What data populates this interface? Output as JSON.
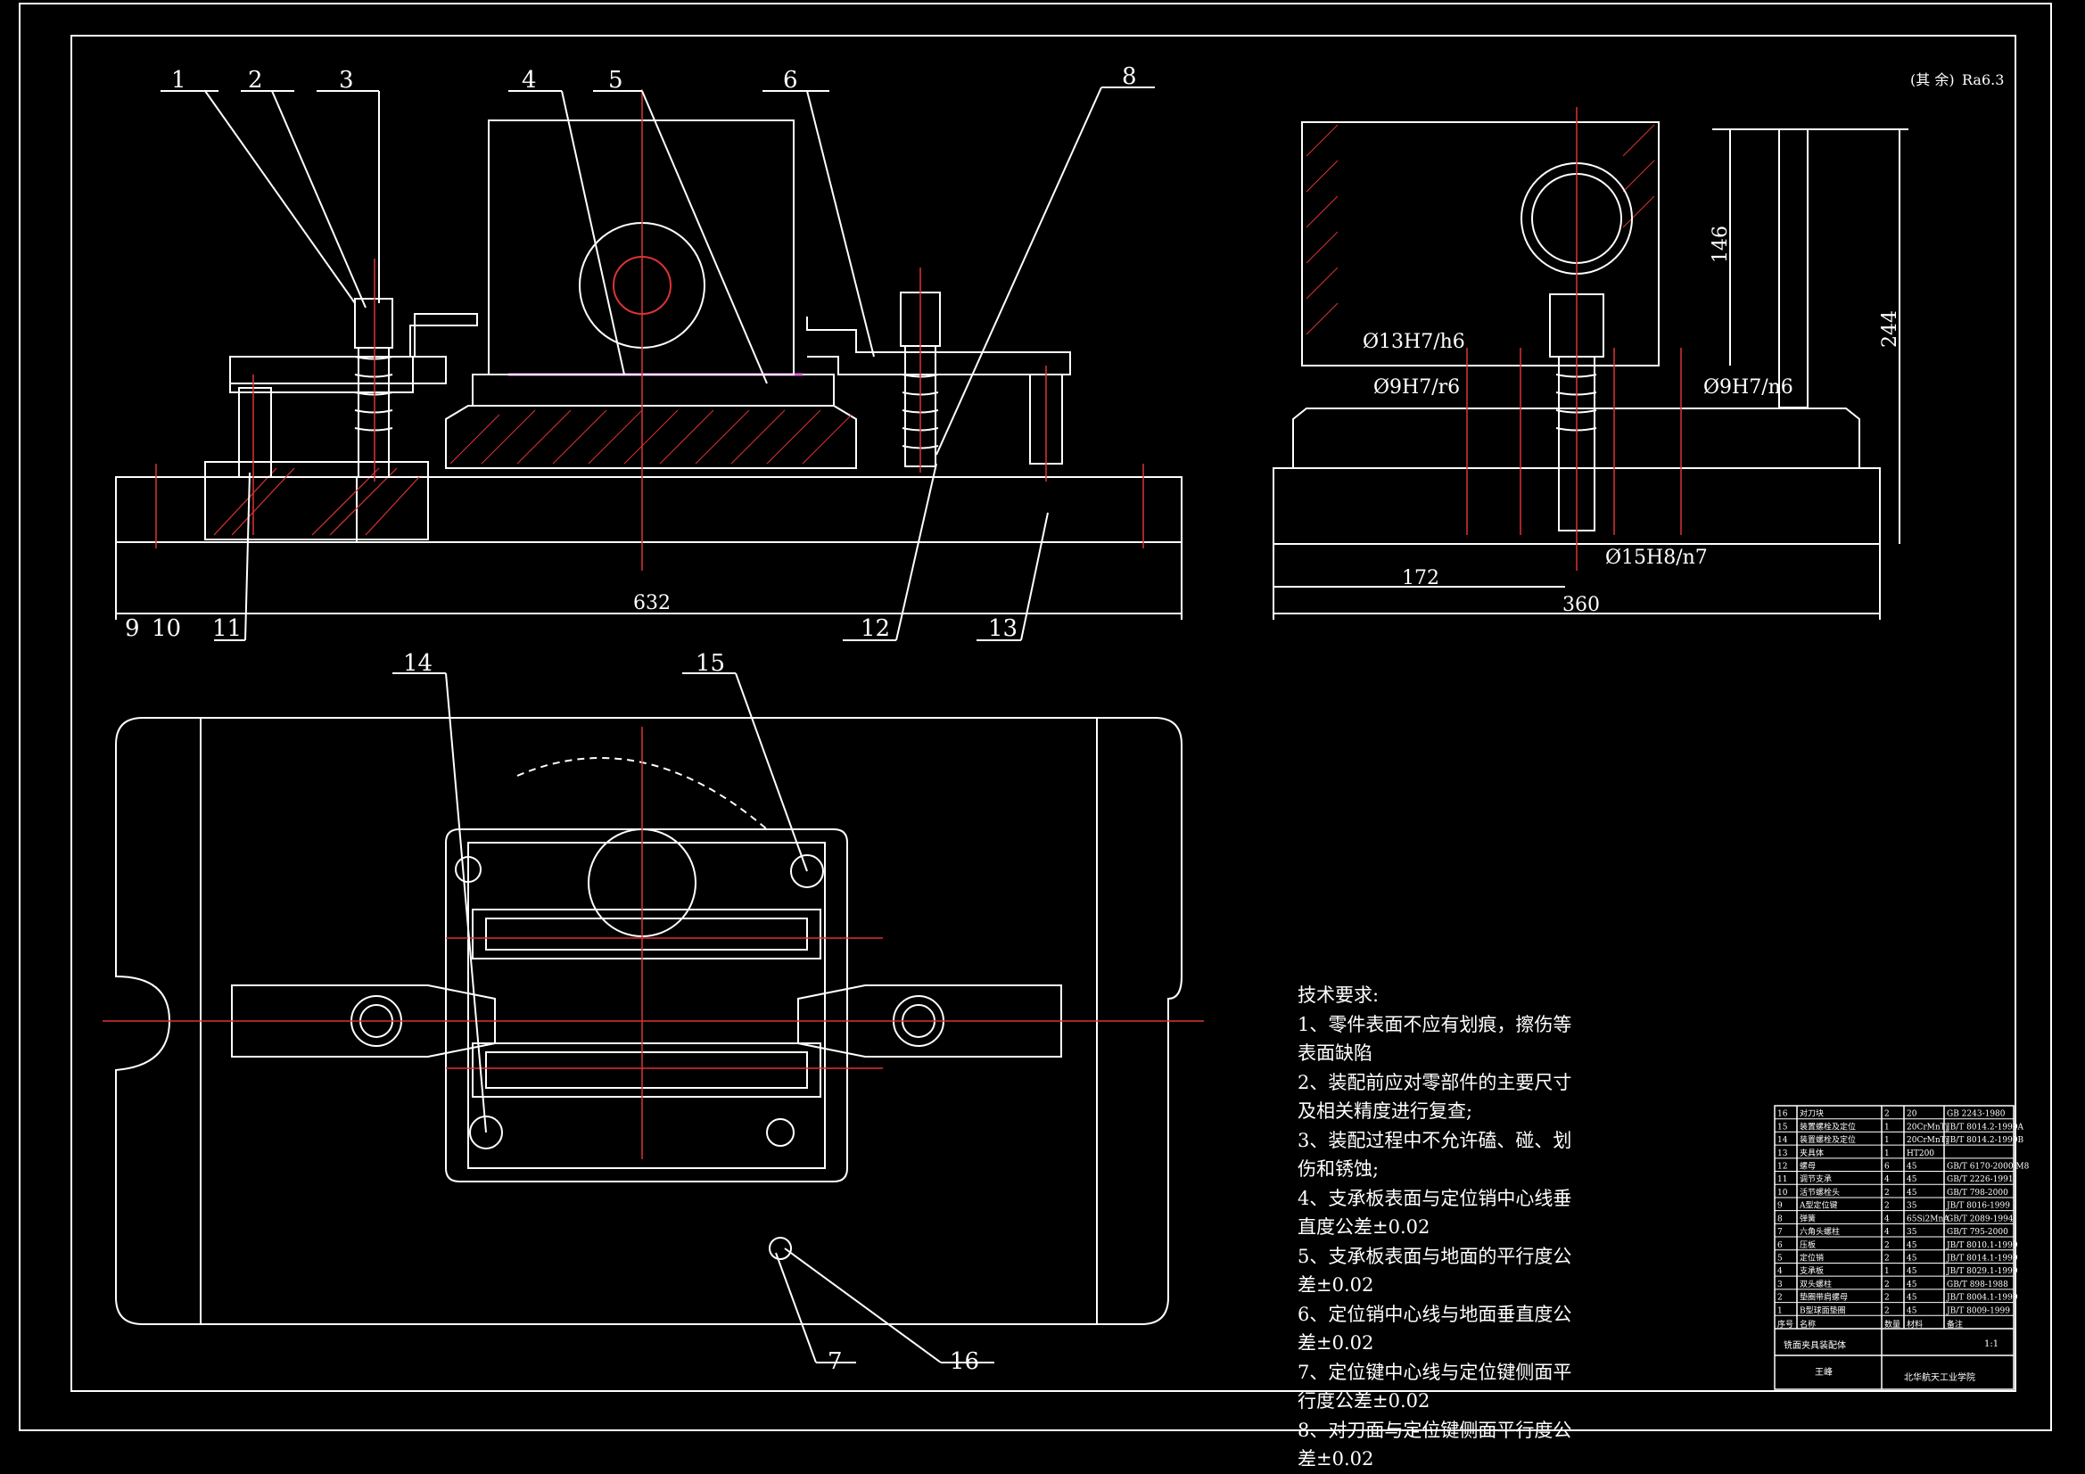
{
  "drawing": {
    "part_labels": [
      "1",
      "2",
      "3",
      "4",
      "5",
      "6",
      "8",
      "9",
      "10",
      "11",
      "12",
      "13",
      "14",
      "15",
      "7",
      "16"
    ],
    "dimensions": {
      "front_width": "632",
      "side_height_146": "146",
      "side_height_244": "244",
      "side_offset": "172",
      "side_width": "360",
      "fit_1": "Ø13H7/h6",
      "fit_2": "Ø9H7/r6",
      "fit_3": "Ø9H7/n6",
      "fit_4": "Ø15H8/n7"
    },
    "surface_note": "(其 余)",
    "surface_value": "Ra6.3"
  },
  "tech_requirements": {
    "title": "技术要求:",
    "items": [
      "1、零件表面不应有划痕，擦伤等表面缺陷",
      "2、装配前应对零部件的主要尺寸及相关精度进行复查;",
      "3、装配过程中不允许磕、碰、划伤和锈蚀;",
      "4、支承板表面与定位销中心线垂直度公差±0.02",
      "5、支承板表面与地面的平行度公差±0.02",
      "6、定位销中心线与地面垂直度公差±0.02",
      "7、定位键中心线与定位键侧面平行度公差±0.02",
      "8、对刀面与定位键侧面平行度公差±0.02"
    ]
  },
  "title_block": {
    "rows": [
      [
        "16",
        "对刀块",
        "2",
        "20",
        "GB 2243-1980"
      ],
      [
        "15",
        "装置螺栓及定位",
        "1",
        "20CrMnTi",
        "JB/T 8014.2-1999A"
      ],
      [
        "14",
        "装置螺栓及定位",
        "1",
        "20CrMnTi",
        "JB/T 8014.2-1999B"
      ],
      [
        "13",
        "夹具体",
        "1",
        "HT200",
        ""
      ],
      [
        "12",
        "螺母",
        "6",
        "45",
        "GB/T 6170-2000 M8"
      ],
      [
        "11",
        "调节支承",
        "4",
        "45",
        "GB/T 2226-1991"
      ],
      [
        "10",
        "活节螺栓头",
        "2",
        "45",
        "GB/T 798-2000"
      ],
      [
        "9",
        "A型定位键",
        "2",
        "35",
        "JB/T 8016-1999"
      ],
      [
        "8",
        "弹簧",
        "4",
        "65Si2MnA",
        "GB/T 2089-1994"
      ],
      [
        "7",
        "六角头螺柱",
        "4",
        "35",
        "GB/T 795-2000"
      ],
      [
        "6",
        "压板",
        "2",
        "45",
        "JB/T 8010.1-1999"
      ],
      [
        "5",
        "定位销",
        "2",
        "45",
        "JB/T 8014.1-1999"
      ],
      [
        "4",
        "支承板",
        "1",
        "45",
        "JB/T 8029.1-1999"
      ],
      [
        "3",
        "双头螺柱",
        "2",
        "45",
        "GB/T 898-1988"
      ],
      [
        "2",
        "垫圈带肩螺母",
        "2",
        "45",
        "JB/T 8004.1-1999"
      ],
      [
        "1",
        "B型球面垫圈",
        "2",
        "45",
        "JB/T 8009-1999"
      ]
    ],
    "header": [
      "序号",
      "名称",
      "数量",
      "材料",
      "备注"
    ],
    "drawing_name": "铣面夹具装配体",
    "designer": "王峰",
    "school": "北华航天工业学院",
    "scale": "1:1"
  }
}
